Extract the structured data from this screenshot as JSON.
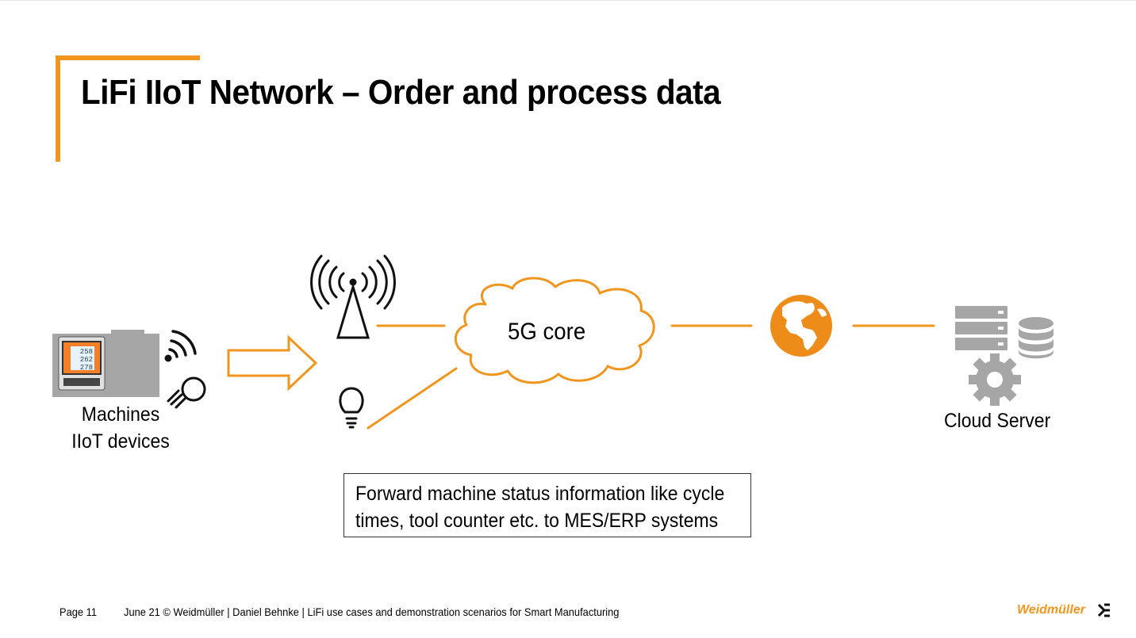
{
  "slide": {
    "title": "LiFi IIoT Network – Order and process data",
    "accent_color": "#f0961e",
    "icon_gray": "#a6a6a6"
  },
  "diagram": {
    "machines_label_line1": "Machines",
    "machines_label_line2": "IIoT devices",
    "device_display_values": [
      "258",
      "262",
      "278"
    ],
    "core_label": "5G core",
    "cloud_server_label": "Cloud Server",
    "info_box_line1": "Forward machine status information like cycle",
    "info_box_line2": "times, tool counter etc. to MES/ERP systems",
    "icons": [
      "industrial-machine-icon",
      "power-meter-device-icon",
      "wireless-signal-icon",
      "light-bulb-icon",
      "arrow-right-icon",
      "antenna-tower-icon",
      "cloud-icon",
      "globe-icon",
      "server-rack-icon",
      "database-icon",
      "gear-icon"
    ]
  },
  "footer": {
    "page": "Page 11",
    "text": "June 21  ©  Weidmüller  |  Daniel Behnke | LiFi use cases and demonstration scenarios for Smart Manufacturing",
    "brand": "Weidmüller"
  }
}
